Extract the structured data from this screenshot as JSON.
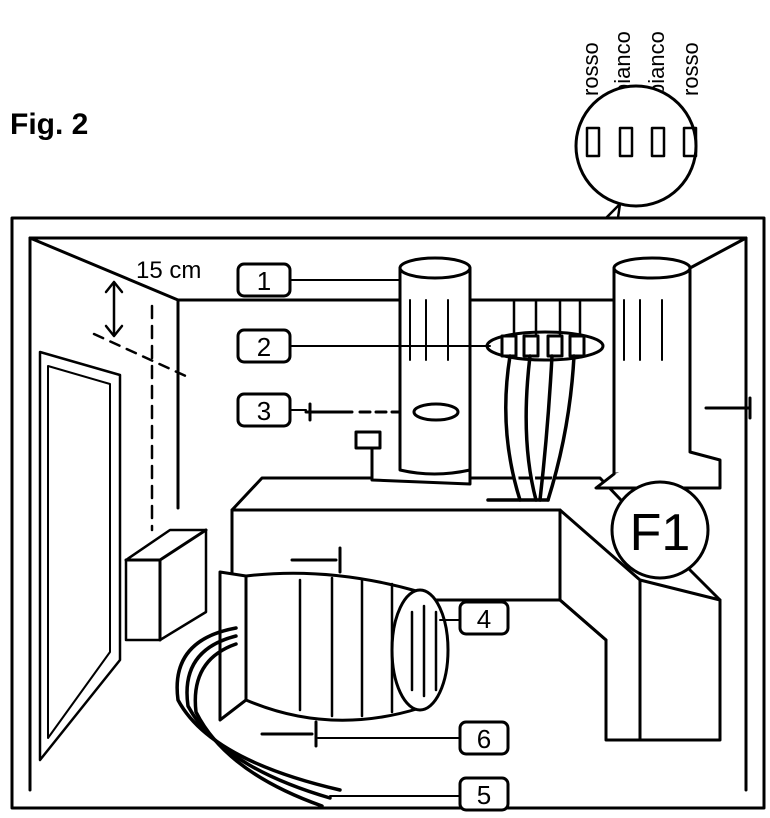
{
  "figure": {
    "title": "Fig. 2",
    "wire_colors": [
      "rosso",
      "bianco",
      "bianco",
      "rosso"
    ],
    "dimension_label": "15 cm",
    "callouts": [
      "1",
      "2",
      "3",
      "4",
      "5",
      "6"
    ],
    "badge": "F1"
  }
}
